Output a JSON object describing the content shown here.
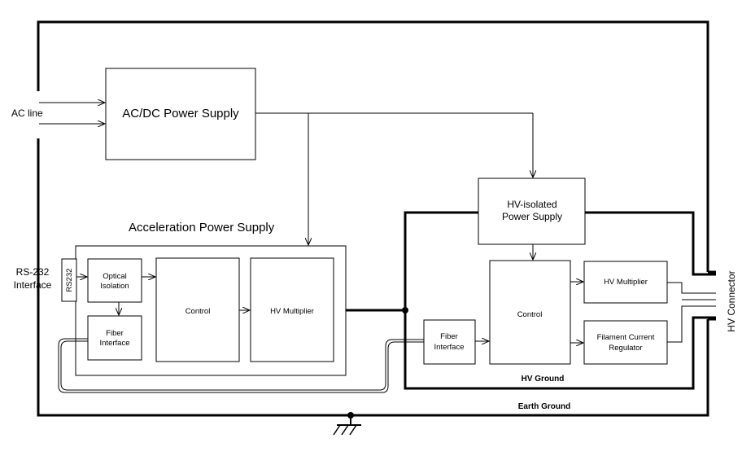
{
  "labels": {
    "ac_line": "AC line",
    "acdc": "AC/DC Power Supply",
    "accel_title": "Acceleration Power Supply",
    "rs232_line1": "RS-232",
    "rs232_line2": "Interface",
    "rs232_tag": "RS232",
    "optical_line1": "Optical",
    "optical_line2": "Isolation",
    "fiber_left_line1": "Fiber",
    "fiber_left_line2": "Interface",
    "control_left": "Control",
    "hv_mult_left": "HV Multiplier",
    "hv_iso_line1": "HV-isolated",
    "hv_iso_line2": "Power Supply",
    "control_right": "Control",
    "hv_mult_right": "HV Multiplier",
    "fiber_right_line1": "Fiber",
    "fiber_right_line2": "Interface",
    "filament_line1": "Filament Current",
    "filament_line2": "Regulator",
    "hv_ground": "HV Ground",
    "earth_ground": "Earth Ground",
    "hv_connector": "HV Connector"
  }
}
